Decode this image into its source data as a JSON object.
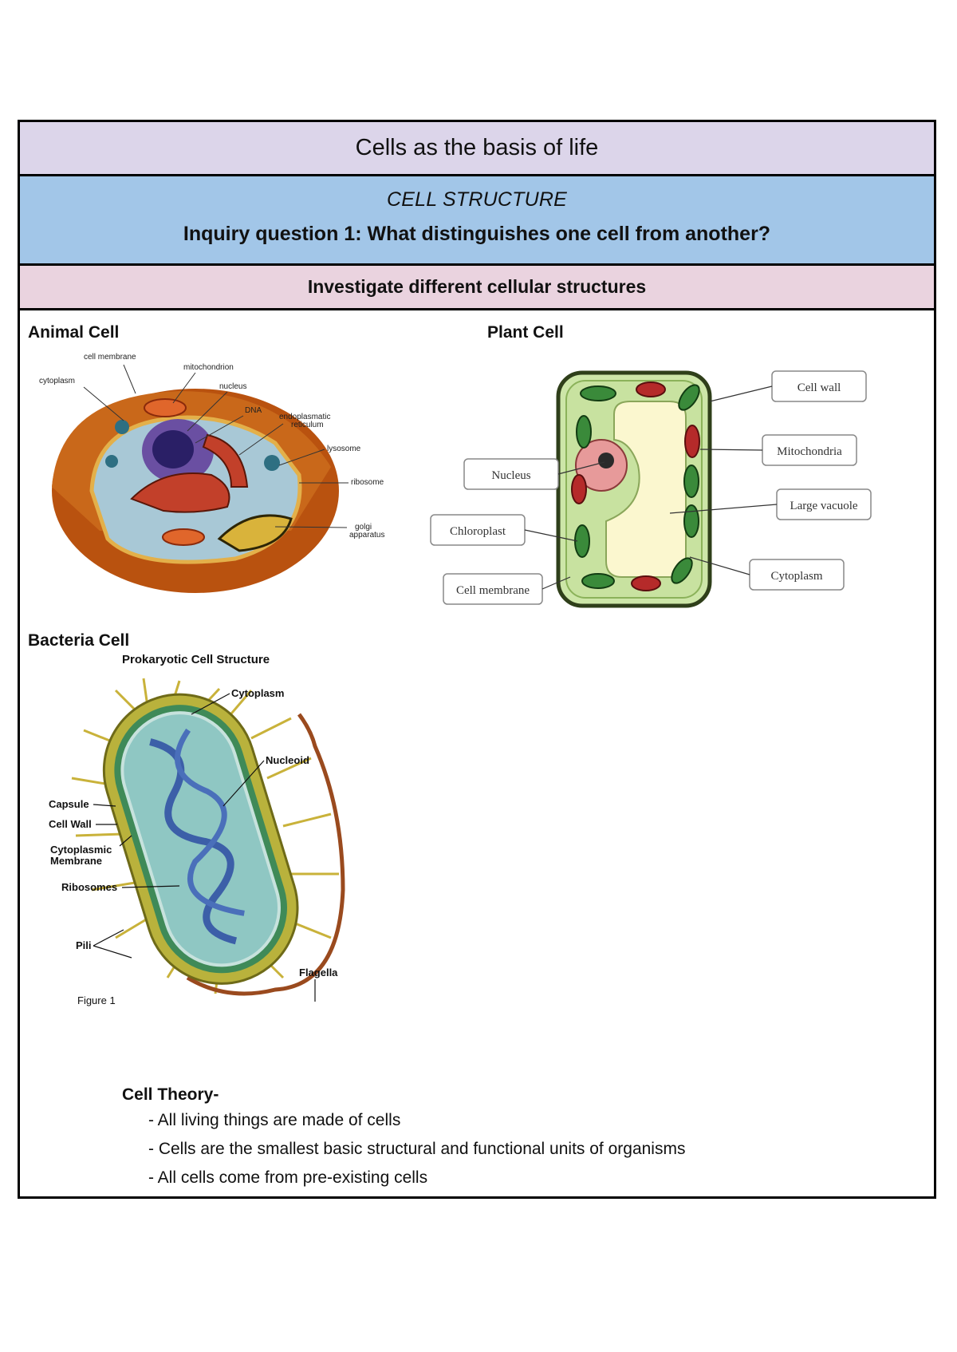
{
  "header": {
    "title": "Cells as the basis of life",
    "section": "CELL STRUCTURE",
    "inquiry": "Inquiry question 1: What distinguishes one cell from another?",
    "subheading": "Investigate different cellular structures"
  },
  "animal_cell": {
    "heading": "Animal Cell",
    "labels": {
      "membrane": "cell membrane",
      "mito": "mitochondrion",
      "cyto": "cytoplasm",
      "nucleus": "nucleus",
      "dna": "DNA",
      "er": "endoplasmatic",
      "er2": "reticulum",
      "lyso": "lysosome",
      "ribo": "ribosome",
      "golgi": "golgi",
      "golgi2": "apparatus"
    }
  },
  "plant_cell": {
    "heading": "Plant Cell",
    "labels": {
      "wall": "Cell wall",
      "mito": "Mitochondria",
      "nucleus": "Nucleus",
      "vacuole": "Large vacuole",
      "chloro": "Chloroplast",
      "cyto": "Cytoplasm",
      "membrane": "Cell membrane"
    }
  },
  "bacteria_cell": {
    "heading": "Bacteria Cell",
    "subtitle": "Prokaryotic Cell Structure",
    "figure": "Figure 1",
    "labels": {
      "cyto": "Cytoplasm",
      "nucleoid": "Nucleoid",
      "capsule": "Capsule",
      "wall": "Cell Wall",
      "memb1": "Cytoplasmic",
      "memb2": "Membrane",
      "ribo": "Ribosomes",
      "pili": "Pili",
      "flag": "Flagella"
    }
  },
  "cell_theory": {
    "title": "Cell Theory-",
    "points": [
      "- All living things are made of cells",
      "- Cells are the smallest basic structural and functional units of organisms",
      "- All cells come from pre-existing cells"
    ]
  }
}
